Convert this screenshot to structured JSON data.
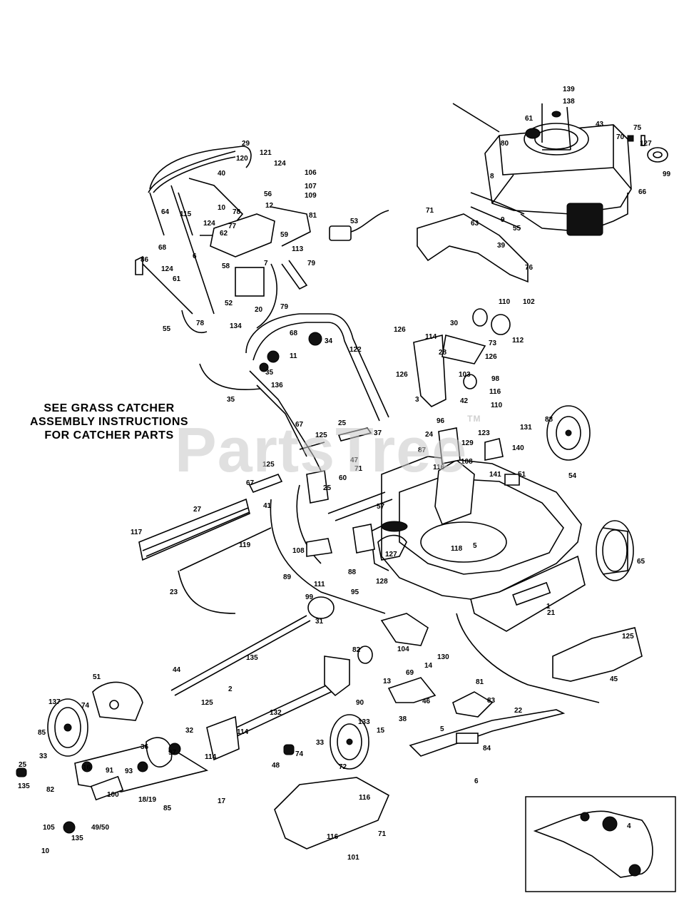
{
  "note": {
    "line1": "SEE GRASS CATCHER",
    "line2": "ASSEMBLY INSTRUCTIONS",
    "line3": "FOR CATCHER PARTS"
  },
  "watermark": {
    "text": "PartsTree",
    "tm": "TM"
  },
  "callouts": [
    "139",
    "138",
    "61",
    "43",
    "75",
    "70",
    "127",
    "80",
    "99",
    "66",
    "8",
    "9",
    "55",
    "71",
    "63",
    "39",
    "76",
    "29",
    "121",
    "124",
    "106",
    "107",
    "109",
    "120",
    "40",
    "56",
    "12",
    "10",
    "115",
    "78",
    "64",
    "81",
    "53",
    "124",
    "62",
    "77",
    "59",
    "86",
    "68",
    "124",
    "6",
    "58",
    "7",
    "113",
    "79",
    "61",
    "52",
    "20",
    "55",
    "79",
    "78",
    "134",
    "68",
    "34",
    "11",
    "122",
    "35",
    "136",
    "35",
    "67",
    "25",
    "37",
    "125",
    "47",
    "71",
    "60",
    "25",
    "67",
    "125",
    "41",
    "27",
    "119",
    "117",
    "23",
    "108",
    "89",
    "111",
    "88",
    "95",
    "128",
    "57",
    "127",
    "99",
    "31",
    "135",
    "44",
    "51",
    "137",
    "74",
    "85",
    "33",
    "135",
    "25",
    "125",
    "2",
    "132",
    "114",
    "32",
    "97",
    "114",
    "17",
    "36",
    "16",
    "91",
    "93",
    "18/19",
    "82",
    "100",
    "49/50",
    "85",
    "105",
    "135",
    "10",
    "126",
    "114",
    "28",
    "126",
    "126",
    "3",
    "42",
    "96",
    "103",
    "116",
    "110",
    "98",
    "110",
    "102",
    "112",
    "73",
    "30",
    "24",
    "123",
    "131",
    "129",
    "108",
    "140",
    "141",
    "51",
    "88",
    "54",
    "87",
    "116",
    "118",
    "5",
    "65",
    "1",
    "21",
    "125",
    "45",
    "104",
    "82",
    "130",
    "14",
    "13",
    "69",
    "81",
    "46",
    "83",
    "90",
    "133",
    "15",
    "38",
    "5",
    "22",
    "84",
    "6",
    "72",
    "74",
    "33",
    "48",
    "116",
    "116",
    "71",
    "101",
    "4"
  ]
}
